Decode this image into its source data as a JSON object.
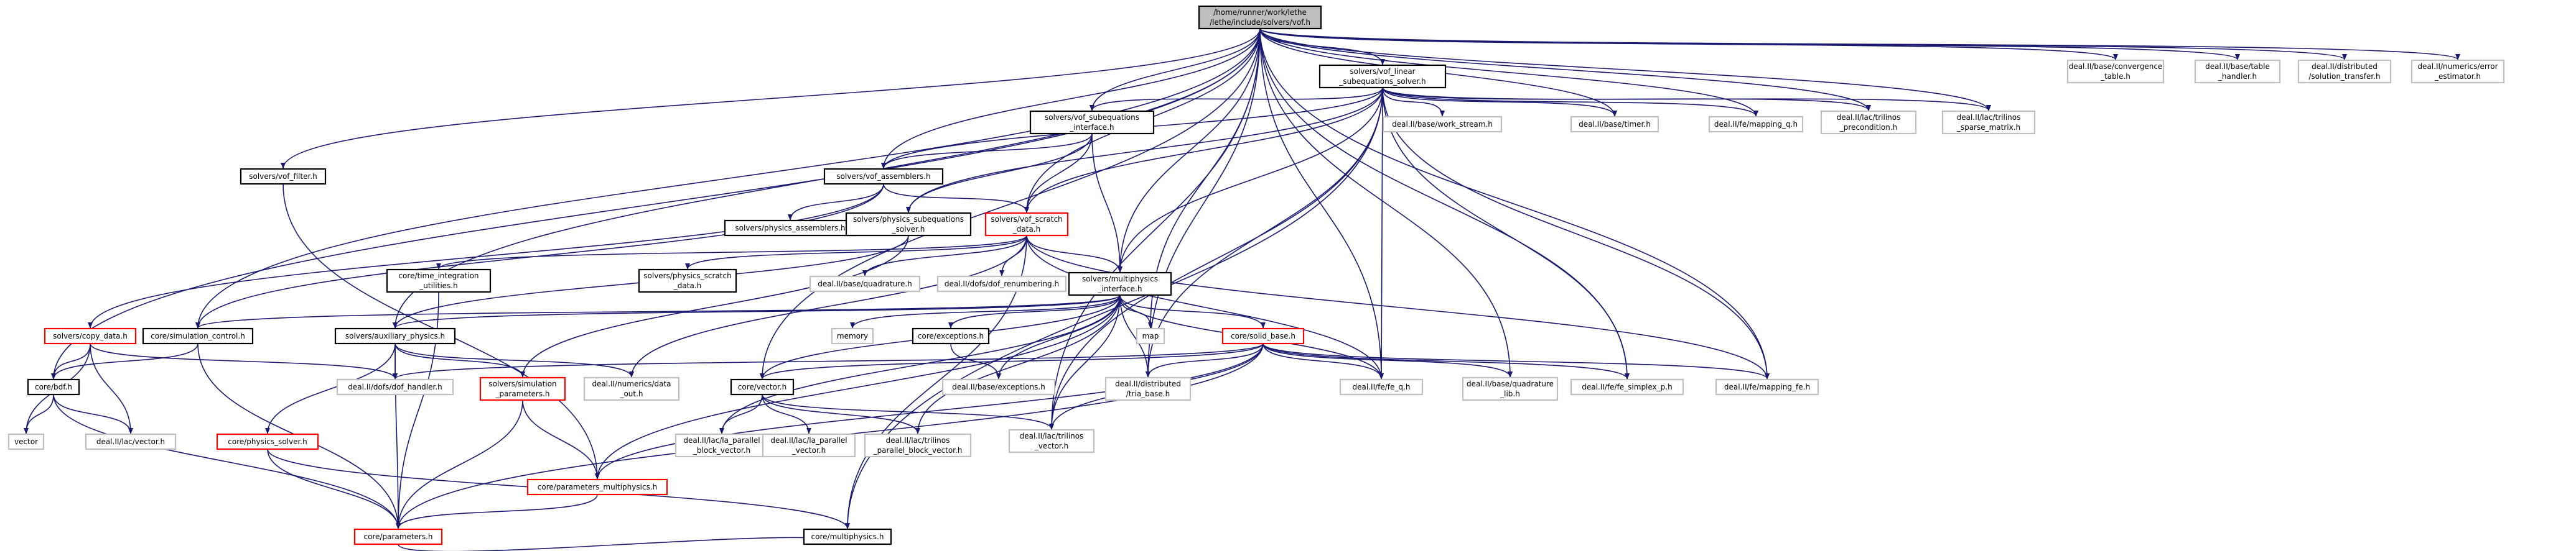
{
  "colors": {
    "root_fill": "#bfbfbf",
    "edge": "#191970",
    "documented_border": "#000000",
    "missing_border": "#ff0000",
    "external_border": "#bfbfbf"
  },
  "nodes": [
    {
      "id": "root",
      "lines": [
        "/home/runner/work/lethe",
        "/lethe/include/solvers/vof.h"
      ],
      "kind": "root"
    },
    {
      "id": "bdf",
      "lines": [
        "core/bdf.h"
      ],
      "kind": "doc"
    },
    {
      "id": "simctl",
      "lines": [
        "core/simulation_control.h"
      ],
      "kind": "doc"
    },
    {
      "id": "vofilter",
      "lines": [
        "solvers/vof_filter.h"
      ],
      "kind": "doc"
    },
    {
      "id": "auxphys",
      "lines": [
        "solvers/auxiliary_physics.h"
      ],
      "kind": "doc"
    },
    {
      "id": "vofasm",
      "lines": [
        "solvers/vof_assemblers.h"
      ],
      "kind": "doc"
    },
    {
      "id": "vofsubif",
      "lines": [
        "solvers/vof_subequations",
        "_interface.h"
      ],
      "kind": "doc"
    },
    {
      "id": "vofscratch",
      "lines": [
        "solvers/vof_scratch",
        "_data.h"
      ],
      "kind": "missing"
    },
    {
      "id": "voflinear",
      "lines": [
        "solvers/vof_linear",
        "_subequations_solver.h"
      ],
      "kind": "doc"
    },
    {
      "id": "multiif",
      "lines": [
        "solvers/multiphysics",
        "_interface.h"
      ],
      "kind": "doc"
    },
    {
      "id": "physasm",
      "lines": [
        "solvers/physics_assemblers.h"
      ],
      "kind": "doc"
    },
    {
      "id": "physsub",
      "lines": [
        "solvers/physics_subequations",
        "_solver.h"
      ],
      "kind": "doc"
    },
    {
      "id": "physscratch",
      "lines": [
        "solvers/physics_scratch",
        "_data.h"
      ],
      "kind": "doc"
    },
    {
      "id": "timeint",
      "lines": [
        "core/time_integration",
        "_utilities.h"
      ],
      "kind": "doc"
    },
    {
      "id": "copydata",
      "lines": [
        "solvers/copy_data.h"
      ],
      "kind": "missing"
    },
    {
      "id": "solidbase",
      "lines": [
        "core/solid_base.h"
      ],
      "kind": "missing"
    },
    {
      "id": "corevector",
      "lines": [
        "core/vector.h"
      ],
      "kind": "doc"
    },
    {
      "id": "simparams",
      "lines": [
        "solvers/simulation",
        "_parameters.h"
      ],
      "kind": "missing"
    },
    {
      "id": "physsolver",
      "lines": [
        "core/physics_solver.h"
      ],
      "kind": "missing"
    },
    {
      "id": "parmulti",
      "lines": [
        "core/parameters_multiphysics.h"
      ],
      "kind": "missing"
    },
    {
      "id": "params",
      "lines": [
        "core/parameters.h"
      ],
      "kind": "missing"
    },
    {
      "id": "coremulti",
      "lines": [
        "core/multiphysics.h"
      ],
      "kind": "doc"
    },
    {
      "id": "exceptions",
      "lines": [
        "core/exceptions.h"
      ],
      "kind": "doc"
    },
    {
      "id": "memory",
      "lines": [
        "memory"
      ],
      "kind": "ext"
    },
    {
      "id": "map",
      "lines": [
        "map"
      ],
      "kind": "ext"
    },
    {
      "id": "vector",
      "lines": [
        "vector"
      ],
      "kind": "ext"
    },
    {
      "id": "dofhandler",
      "lines": [
        "deal.II/dofs/dof_handler.h"
      ],
      "kind": "ext"
    },
    {
      "id": "lacvector",
      "lines": [
        "deal.II/lac/vector.h"
      ],
      "kind": "ext"
    },
    {
      "id": "numdata",
      "lines": [
        "deal.II/numerics/data",
        "_out.h"
      ],
      "kind": "ext"
    },
    {
      "id": "laparblock",
      "lines": [
        "deal.II/lac/la_parallel",
        "_block_vector.h"
      ],
      "kind": "ext"
    },
    {
      "id": "lapar",
      "lines": [
        "deal.II/lac/la_parallel",
        "_vector.h"
      ],
      "kind": "ext"
    },
    {
      "id": "tripblock",
      "lines": [
        "deal.II/lac/trilinos",
        "_parallel_block_vector.h"
      ],
      "kind": "ext"
    },
    {
      "id": "trivec",
      "lines": [
        "deal.II/lac/trilinos",
        "_vector.h"
      ],
      "kind": "ext"
    },
    {
      "id": "tria",
      "lines": [
        "deal.II/distributed",
        "/tria_base.h"
      ],
      "kind": "ext"
    },
    {
      "id": "baseexc",
      "lines": [
        "deal.II/base/exceptions.h"
      ],
      "kind": "ext"
    },
    {
      "id": "feq",
      "lines": [
        "deal.II/fe/fe_q.h"
      ],
      "kind": "ext"
    },
    {
      "id": "quadlib",
      "lines": [
        "deal.II/base/quadrature",
        "_lib.h"
      ],
      "kind": "ext"
    },
    {
      "id": "simplex",
      "lines": [
        "deal.II/fe/fe_simplex_p.h"
      ],
      "kind": "ext"
    },
    {
      "id": "mappingfe",
      "lines": [
        "deal.II/fe/mapping_fe.h"
      ],
      "kind": "ext"
    },
    {
      "id": "quadrature",
      "lines": [
        "deal.II/base/quadrature.h"
      ],
      "kind": "ext"
    },
    {
      "id": "dofrenum",
      "lines": [
        "deal.II/dofs/dof_renumbering.h"
      ],
      "kind": "ext"
    },
    {
      "id": "workstream",
      "lines": [
        "deal.II/base/work_stream.h"
      ],
      "kind": "ext"
    },
    {
      "id": "timer",
      "lines": [
        "deal.II/base/timer.h"
      ],
      "kind": "ext"
    },
    {
      "id": "mappingq",
      "lines": [
        "deal.II/fe/mapping_q.h"
      ],
      "kind": "ext"
    },
    {
      "id": "triprecond",
      "lines": [
        "deal.II/lac/trilinos",
        "_precondition.h"
      ],
      "kind": "ext"
    },
    {
      "id": "trisparse",
      "lines": [
        "deal.II/lac/trilinos",
        "_sparse_matrix.h"
      ],
      "kind": "ext"
    },
    {
      "id": "convtable",
      "lines": [
        "deal.II/base/convergence",
        "_table.h"
      ],
      "kind": "ext"
    },
    {
      "id": "tablehandler",
      "lines": [
        "deal.II/base/table",
        "_handler.h"
      ],
      "kind": "ext"
    },
    {
      "id": "soltransfer",
      "lines": [
        "deal.II/distributed",
        "/solution_transfer.h"
      ],
      "kind": "ext"
    },
    {
      "id": "errest",
      "lines": [
        "deal.II/numerics/error",
        "_estimator.h"
      ],
      "kind": "ext"
    }
  ]
}
